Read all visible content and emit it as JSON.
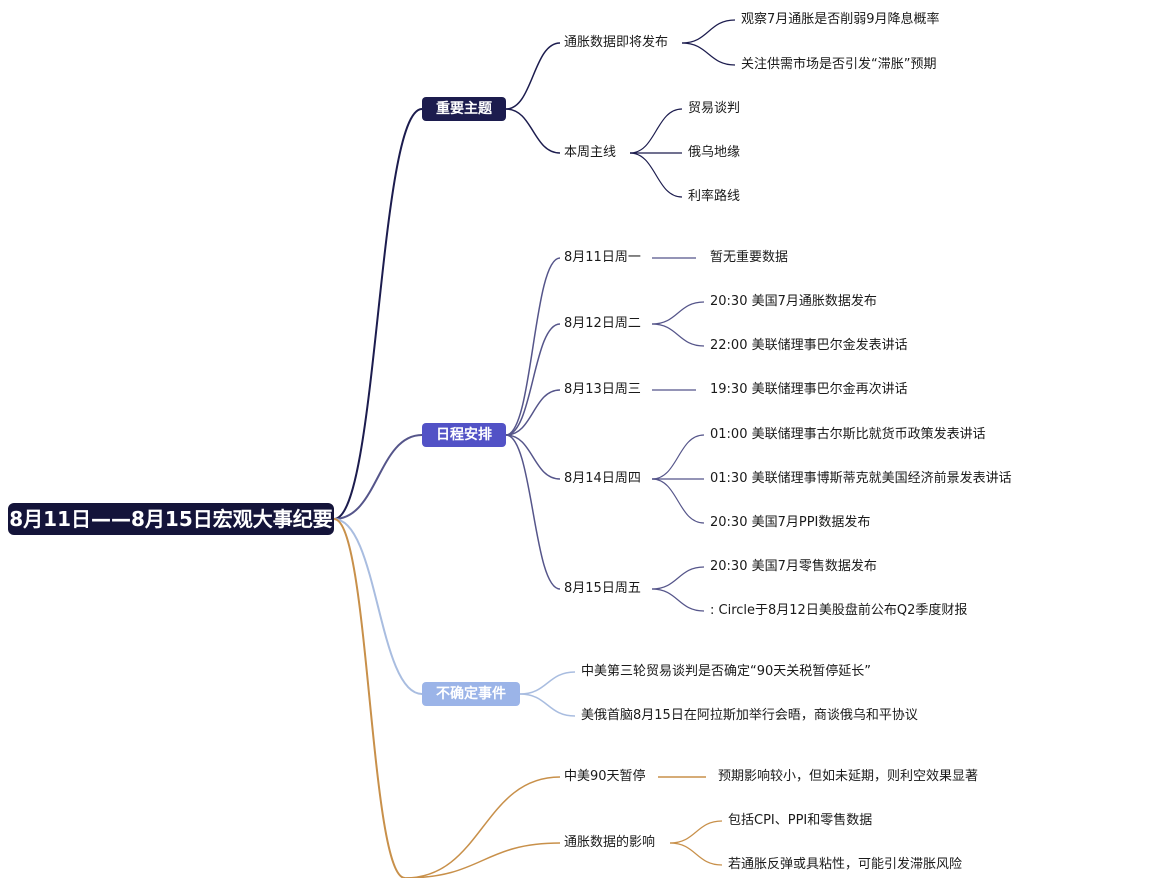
{
  "root": {
    "label": "8月11日——8月15日宏观大事纪要",
    "color": "#14143a"
  },
  "topics": [
    {
      "label": "重要主题",
      "color": "#1c1c4e",
      "line": "#1c1c4e",
      "children": [
        {
          "label": "通胀数据即将发布",
          "children": [
            {
              "label": "观察7月通胀是否削弱9月降息概率"
            },
            {
              "label": "关注供需市场是否引发“滞胀”预期"
            }
          ]
        },
        {
          "label": "本周主线",
          "children": [
            {
              "label": "贸易谈判"
            },
            {
              "label": "俄乌地缘"
            },
            {
              "label": "利率路线"
            }
          ]
        }
      ]
    },
    {
      "label": "日程安排",
      "color": "#5252c6",
      "line": "#55558a",
      "children": [
        {
          "label": "8月11日周一",
          "children": [
            {
              "label": "暂无重要数据"
            }
          ]
        },
        {
          "label": "8月12日周二",
          "children": [
            {
              "label": "20:30 美国7月通胀数据发布"
            },
            {
              "label": "22:00 美联储理事巴尔金发表讲话"
            }
          ]
        },
        {
          "label": "8月13日周三",
          "children": [
            {
              "label": "19:30 美联储理事巴尔金再次讲话"
            }
          ]
        },
        {
          "label": "8月14日周四",
          "children": [
            {
              "label": "01:00 美联储理事古尔斯比就货币政策发表讲话"
            },
            {
              "label": "01:30 美联储理事博斯蒂克就美国经济前景发表讲话"
            },
            {
              "label": "20:30 美国7月PPI数据发布"
            }
          ]
        },
        {
          "label": "8月15日周五",
          "children": [
            {
              "label": "20:30 美国7月零售数据发布"
            },
            {
              "label": ": Circle于8月12日美股盘前公布Q2季度财报"
            }
          ]
        }
      ]
    },
    {
      "label": "不确定事件",
      "color": "#9bb4e8",
      "line": "#a9bde0",
      "children": [
        {
          "label": "中美第三轮贸易谈判是否确定“90天关税暂停延长”"
        },
        {
          "label": "美俄首脑8月15日在阿拉斯加举行会晤，商谈俄乌和平协议"
        }
      ]
    },
    {
      "label": "",
      "color": "#c8904a",
      "line": "#c8904a",
      "children": [
        {
          "label": "中美90天暂停",
          "children": [
            {
              "label": "预期影响较小，但如未延期，则利空效果显著"
            }
          ]
        },
        {
          "label": "通胀数据的影响",
          "children": [
            {
              "label": "包括CPI、PPI和零售数据"
            },
            {
              "label": "若通胀反弹或具粘性，可能引发滞胀风险"
            }
          ]
        }
      ]
    }
  ]
}
